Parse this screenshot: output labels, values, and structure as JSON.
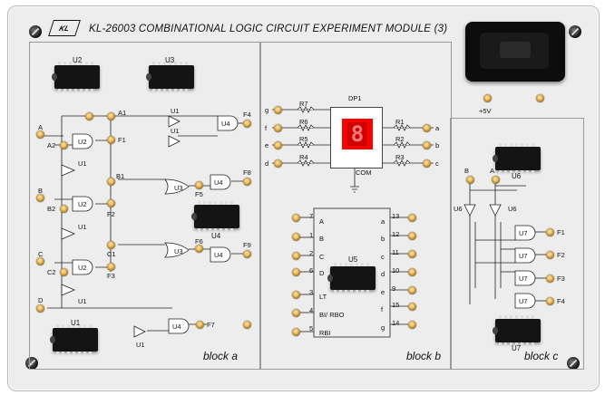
{
  "module": {
    "logo": "KL",
    "title": "KL-26003 COMBINATIONAL LOGIC CIRCUIT EXPERIMENT MODULE (3)"
  },
  "block_a": {
    "label": "block a",
    "chips": [
      "U2",
      "U3",
      "U4",
      "U1"
    ],
    "inputs": [
      "A",
      "A2",
      "B",
      "B2",
      "C",
      "C2",
      "D"
    ],
    "outputs": [
      "A1",
      "F1",
      "B1",
      "F2",
      "C1",
      "F3",
      "F4",
      "F5",
      "F6",
      "F8",
      "F9",
      "F7"
    ],
    "gates": [
      "U2",
      "U1",
      "U1",
      "U2",
      "U1",
      "U2",
      "U1",
      "U1",
      "U4",
      "U3",
      "U4",
      "U3",
      "U4",
      "U1",
      "U4"
    ]
  },
  "block_b": {
    "label": "block b",
    "display": "DP1",
    "display_digit": "8",
    "resistors": [
      "R7",
      "R6",
      "R5",
      "R4",
      "R1",
      "R2",
      "R3"
    ],
    "segments_left": [
      "g",
      "f",
      "e",
      "d"
    ],
    "segments_right": [
      "a",
      "b",
      "c"
    ],
    "com": "COM",
    "decoder": "U5",
    "left_pins": [
      {
        "num": "7",
        "name": "A"
      },
      {
        "num": "1",
        "name": "B"
      },
      {
        "num": "2",
        "name": "C"
      },
      {
        "num": "6",
        "name": "D"
      },
      {
        "num": "3",
        "name": "LT"
      },
      {
        "num": "4",
        "name": "BI/ RBO"
      },
      {
        "num": "5",
        "name": "RBI"
      }
    ],
    "right_pins": [
      {
        "num": "13",
        "name": "a"
      },
      {
        "num": "12",
        "name": "b"
      },
      {
        "num": "11",
        "name": "c"
      },
      {
        "num": "10",
        "name": "d"
      },
      {
        "num": "9",
        "name": "e"
      },
      {
        "num": "15",
        "name": "f"
      },
      {
        "num": "14",
        "name": "g"
      }
    ]
  },
  "block_c": {
    "label": "block c",
    "chips": [
      "U6",
      "U7"
    ],
    "inputs": [
      "B",
      "A"
    ],
    "inverters": [
      "U6",
      "U6"
    ],
    "gates": [
      "U7",
      "U7",
      "U7",
      "U7"
    ],
    "outputs": [
      "F1",
      "F2",
      "F3",
      "F4"
    ]
  },
  "power": {
    "label": "+5V"
  }
}
